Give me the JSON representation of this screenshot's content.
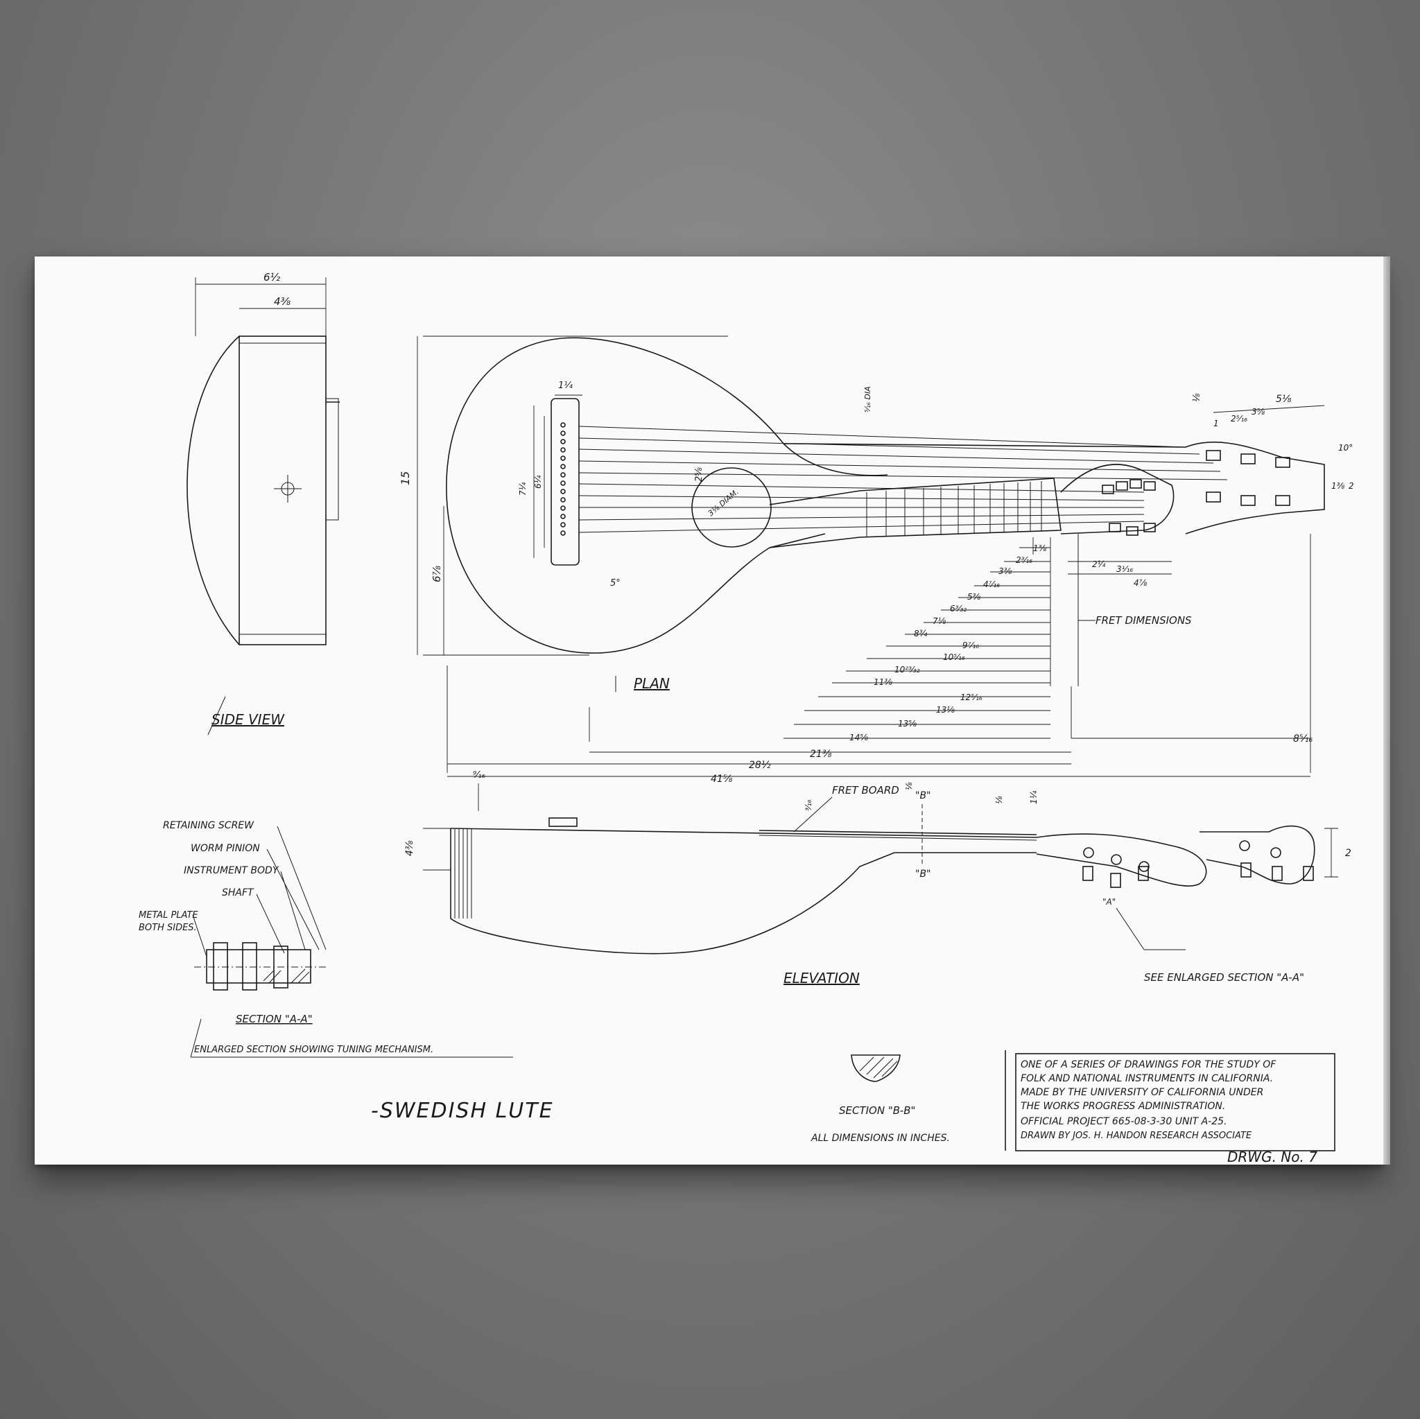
{
  "sheet": {
    "title": "-SWEDISH LUTE",
    "drawing_number": "DRWG. No. 7",
    "units_note": "ALL DIMENSIONS IN INCHES.",
    "views": {
      "side_view": "SIDE VIEW",
      "plan": "PLAN",
      "elevation": "ELEVATION",
      "section_aa": "SECTION \"A-A\"",
      "section_aa_caption": "ENLARGED SECTION SHOWING TUNING MECHANISM.",
      "section_bb": "SECTION \"B-B\""
    },
    "callouts": {
      "fret_dimensions": "FRET DIMENSIONS",
      "fret_board": "FRET BOARD",
      "see_enlarged": "SEE ENLARGED SECTION \"A-A\"",
      "retaining_screw": "RETAINING SCREW",
      "worm_pinion": "WORM PINION",
      "instrument_body": "INSTRUMENT BODY",
      "shaft": "SHAFT",
      "metal_plate_1": "METAL PLATE",
      "metal_plate_2": "BOTH SIDES.",
      "b_top": "\"B\"",
      "b_bottom": "\"B\"",
      "a_mark": "\"A\""
    },
    "title_block": [
      "ONE OF A SERIES OF DRAWINGS FOR THE STUDY OF",
      "FOLK AND NATIONAL INSTRUMENTS IN CALIFORNIA.",
      "MADE BY THE UNIVERSITY OF CALIFORNIA UNDER",
      "THE WORKS PROGRESS ADMINISTRATION.",
      "OFFICIAL PROJECT 665-08-3-30 UNIT A-25.",
      "DRAWN BY JOS. H. HANDON RESEARCH ASSOCIATE"
    ],
    "dimensions": {
      "side_width": "6½",
      "side_inner": "4⅜",
      "height": "15",
      "half_height": "6⅞",
      "overall": "41⅝",
      "body_len": "28½",
      "to_nut": "21⅜",
      "head": "8⁵⁄₁₆",
      "bridge_w": "1¼",
      "frets": [
        "1⅜",
        "2³⁄₁₆",
        "3⅜",
        "4⁷⁄₁₆",
        "5⅜",
        "6³⁄₃₂",
        "7⅛",
        "8¾",
        "9⁷⁄₁₆",
        "10⁵⁄₁₆",
        "10²³⁄₃₂",
        "11⅜",
        "12⁵⁄₁₆",
        "13⅛",
        "13⅝",
        "14⅝"
      ],
      "head_dims": [
        "5⅛",
        "3⅝",
        "2⁵⁄₁₆",
        "1",
        "1⅜",
        "2",
        "10°"
      ],
      "head_lower": [
        "2¼",
        "3¹⁄₁₆",
        "4⅞"
      ],
      "elev_top": "⁹⁄₁₆",
      "elev_side": "4⅜",
      "elev_fb": "³⁄₁₆",
      "elev_b": "⅛",
      "elev_nut": "⅛",
      "elev_nut2": "1¼",
      "elev_head_h": "2",
      "bridge_dims": [
        "7¼",
        "6¼"
      ],
      "rose": "3⅛ DIAM.",
      "five_deg": "5°",
      "neck_w": "2⅝",
      "scale_hint": "⁵⁄₁₆ DIA"
    }
  }
}
